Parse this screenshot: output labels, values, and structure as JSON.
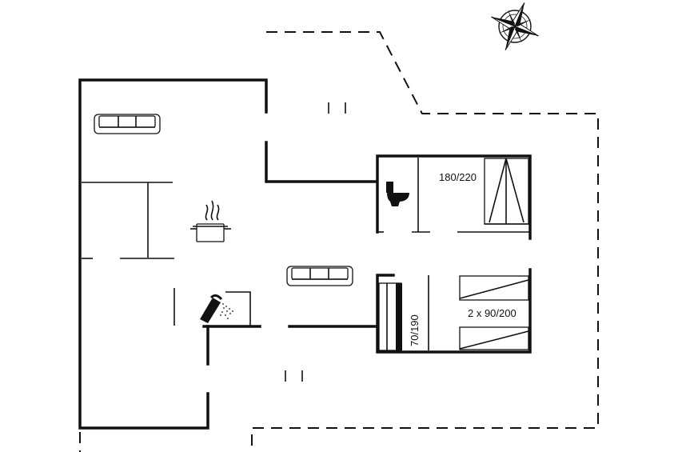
{
  "labels": {
    "bed_master": "180/220",
    "bed_twin": "2 x 90/200",
    "bed_bunk": "70/190"
  },
  "icons": [
    "compass-rose-icon",
    "sofa-icon",
    "toilet-icon",
    "cooking-pot-icon",
    "shower-icon",
    "bed-icon"
  ],
  "colors": {
    "ink": "#111111",
    "background": "#ffffff"
  }
}
